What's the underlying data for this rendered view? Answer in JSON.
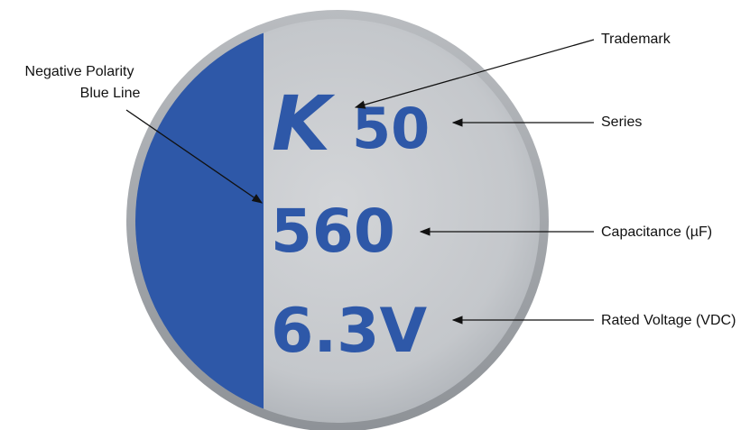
{
  "diagram": {
    "marking": {
      "trademark_letter": "K",
      "series_number": "50",
      "capacitance_value": "560",
      "voltage_value": "6.3V"
    },
    "labels": {
      "negative_polarity_line1": "Negative Polarity",
      "negative_polarity_line2": "Blue Line",
      "trademark": "Trademark",
      "series": "Series",
      "capacitance": "Capacitance (µF)",
      "rated_voltage": "Rated Voltage (VDC)"
    },
    "colors": {
      "polarity_band": "#2e58a8",
      "marking_text": "#2e58a8",
      "cap_face": "#c8cacd",
      "cap_rim": "#9fa3a8"
    }
  }
}
